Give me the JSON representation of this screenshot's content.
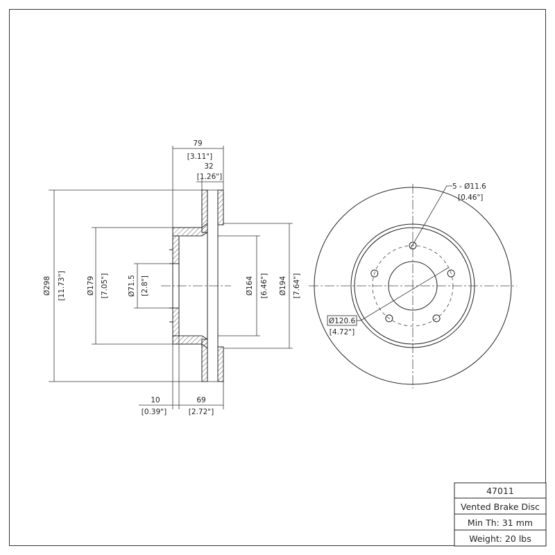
{
  "title_block": {
    "part_number": "47011",
    "description": "Vented Brake Disc",
    "min_thickness": "Min Th: 31 mm",
    "weight": "Weight: 20 lbs"
  },
  "dimensions": {
    "overall_height": {
      "mm": "79",
      "in": "[3.11\"]"
    },
    "rotor_thickness": {
      "mm": "32",
      "in": "[1.26\"]"
    },
    "outer_diameter": {
      "mm": "Ø298",
      "in": "[11.73\"]"
    },
    "hat_diameter": {
      "mm": "Ø179",
      "in": "[7.05\"]"
    },
    "center_bore": {
      "mm": "Ø71.5",
      "in": "[2.8\"]"
    },
    "inner_diameter": {
      "mm": "Ø164",
      "in": "[6.46\"]"
    },
    "braking_inner_diameter": {
      "mm": "Ø194",
      "in": "[7.64\"]"
    },
    "hat_thickness": {
      "mm": "10",
      "in": "[0.39\"]"
    },
    "offset": {
      "mm": "69",
      "in": "[2.72\"]"
    },
    "bolt_holes": {
      "mm": "5 - Ø11.6",
      "in": "[0.46\"]"
    },
    "bolt_circle": {
      "mm": "Ø120.6",
      "in": "[4.72\"]"
    }
  }
}
